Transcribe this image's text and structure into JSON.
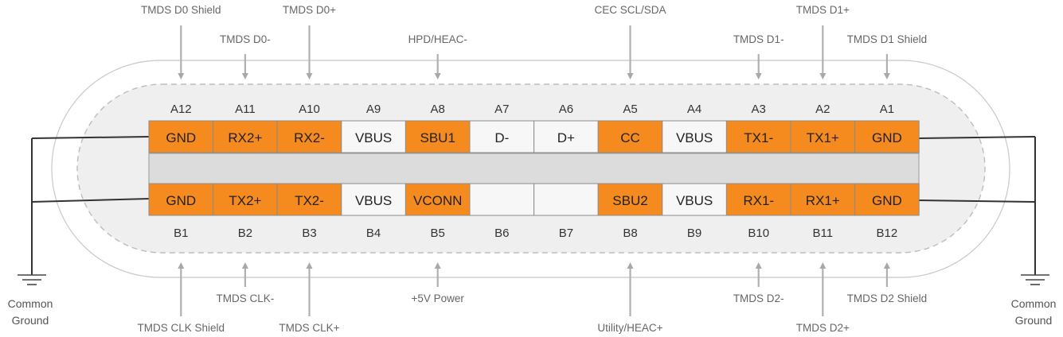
{
  "colors": {
    "orange": "#F58A1F",
    "white_cell": "#F7F7F7",
    "cell_border": "#8C8C8C",
    "arrow": "#B0B0B0",
    "body_fill": "#EFEFEF",
    "gap_fill": "#DCDCDC",
    "wire": "#333333"
  },
  "row_a": {
    "numbers": [
      "A12",
      "A11",
      "A10",
      "A9",
      "A8",
      "A7",
      "A6",
      "A5",
      "A4",
      "A3",
      "A2",
      "A1"
    ],
    "pins": [
      {
        "label": "GND",
        "fill": "orange"
      },
      {
        "label": "RX2+",
        "fill": "orange"
      },
      {
        "label": "RX2-",
        "fill": "orange"
      },
      {
        "label": "VBUS",
        "fill": "white"
      },
      {
        "label": "SBU1",
        "fill": "orange"
      },
      {
        "label": "D-",
        "fill": "white"
      },
      {
        "label": "D+",
        "fill": "white"
      },
      {
        "label": "CC",
        "fill": "orange"
      },
      {
        "label": "VBUS",
        "fill": "white"
      },
      {
        "label": "TX1-",
        "fill": "orange"
      },
      {
        "label": "TX1+",
        "fill": "orange"
      },
      {
        "label": "GND",
        "fill": "orange"
      }
    ]
  },
  "row_b": {
    "numbers": [
      "B1",
      "B2",
      "B3",
      "B4",
      "B5",
      "B6",
      "B7",
      "B8",
      "B9",
      "B10",
      "B11",
      "B12"
    ],
    "pins": [
      {
        "label": "GND",
        "fill": "orange"
      },
      {
        "label": "TX2+",
        "fill": "orange"
      },
      {
        "label": "TX2-",
        "fill": "orange"
      },
      {
        "label": "VBUS",
        "fill": "white"
      },
      {
        "label": "VCONN",
        "fill": "orange"
      },
      {
        "label": "",
        "fill": "white"
      },
      {
        "label": "",
        "fill": "white"
      },
      {
        "label": "SBU2",
        "fill": "orange"
      },
      {
        "label": "VBUS",
        "fill": "white"
      },
      {
        "label": "RX1-",
        "fill": "orange"
      },
      {
        "label": "RX1+",
        "fill": "orange"
      },
      {
        "label": "GND",
        "fill": "orange"
      }
    ]
  },
  "top_signals": [
    {
      "label": "TMDS D0 Shield",
      "col": 0,
      "level": "far"
    },
    {
      "label": "TMDS D0-",
      "col": 1,
      "level": "near"
    },
    {
      "label": "TMDS D0+",
      "col": 2,
      "level": "far"
    },
    {
      "label": "HPD/HEAC-",
      "col": 4,
      "level": "near"
    },
    {
      "label": "CEC SCL/SDA",
      "col": 7,
      "level": "far"
    },
    {
      "label": "TMDS D1-",
      "col": 9,
      "level": "near"
    },
    {
      "label": "TMDS D1+",
      "col": 10,
      "level": "far"
    },
    {
      "label": "TMDS D1 Shield",
      "col": 11,
      "level": "near"
    }
  ],
  "bottom_signals": [
    {
      "label": "TMDS CLK Shield",
      "col": 0,
      "level": "far"
    },
    {
      "label": "TMDS CLK-",
      "col": 1,
      "level": "near"
    },
    {
      "label": "TMDS CLK+",
      "col": 2,
      "level": "far"
    },
    {
      "label": "+5V Power",
      "col": 4,
      "level": "near"
    },
    {
      "label": "Utility/HEAC+",
      "col": 7,
      "level": "far"
    },
    {
      "label": "TMDS D2-",
      "col": 9,
      "level": "near"
    },
    {
      "label": "TMDS D2+",
      "col": 10,
      "level": "far"
    },
    {
      "label": "TMDS D2 Shield",
      "col": 11,
      "level": "near"
    }
  ],
  "ground_left": {
    "line1": "Common",
    "line2": "Ground"
  },
  "ground_right": {
    "line1": "Common",
    "line2": "Ground"
  }
}
